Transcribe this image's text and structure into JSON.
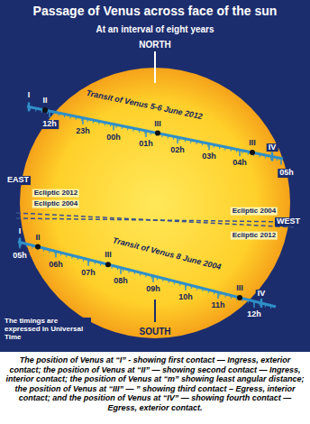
{
  "diagram": {
    "title": "Passage of Venus across face of the sun",
    "caption": "The position of Venus at “I” - showing first contact — Ingress, exterior contact; the position of Venus at “II” — showing second contact — Ingress, interior contact; the position of Venus at “m” showing least angular distance; the position of Venus at “III” — ” showing third contact – Egress, interior contact; and the position of Venus at “IV” — showing fourth contact — Egress, exterior contact.",
    "labels": [
      "At an interval of eight years",
      "NORTH",
      "Transit of Venus 5-6 June 2012",
      "I",
      "II",
      "12h",
      "23h",
      "00h",
      "III",
      "01h",
      "02h",
      "03h",
      "04h",
      "III",
      "IV",
      "05h",
      "EAST",
      "Ecliptic 2012",
      "Ecliptic 2004",
      "Ecliptic 2004",
      "WEST",
      "Ecliptic 2012",
      "I",
      "II",
      "05h",
      "06h",
      "07h",
      "III",
      "08h",
      "09h",
      "10h",
      "Transit of Venus 8 June 2004",
      "III",
      "IV",
      "11h",
      "12h",
      "The timings are expressed in Universal Time",
      "SOUTH"
    ]
  }
}
